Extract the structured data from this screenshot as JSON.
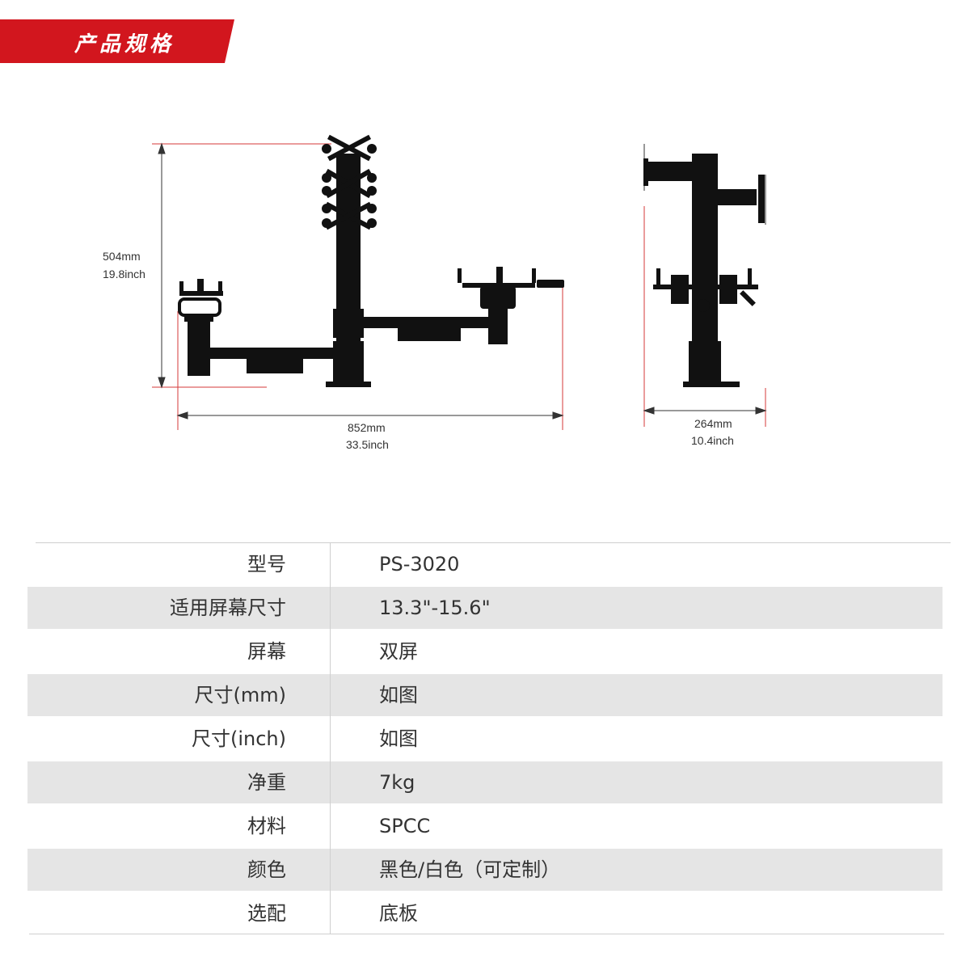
{
  "header": {
    "title": "产品规格",
    "accent_color": "#d2161e"
  },
  "diagram": {
    "front_height_mm": "504mm",
    "front_height_inch": "19.8inch",
    "front_width_mm": "852mm",
    "front_width_inch": "33.5inch",
    "side_width_mm": "264mm",
    "side_width_inch": "10.4inch"
  },
  "specs": [
    {
      "label": "型号",
      "value": "PS-3020"
    },
    {
      "label": "适用屏幕尺寸",
      "value": "13.3\"-15.6\""
    },
    {
      "label": "屏幕",
      "value": "双屏"
    },
    {
      "label": "尺寸(mm)",
      "value": "如图"
    },
    {
      "label": "尺寸(inch)",
      "value": "如图"
    },
    {
      "label": "净重",
      "value": "7kg"
    },
    {
      "label": "材料",
      "value": "SPCC"
    },
    {
      "label": "颜色",
      "value": "黑色/白色（可定制）"
    },
    {
      "label": "选配",
      "value": "底板"
    }
  ]
}
